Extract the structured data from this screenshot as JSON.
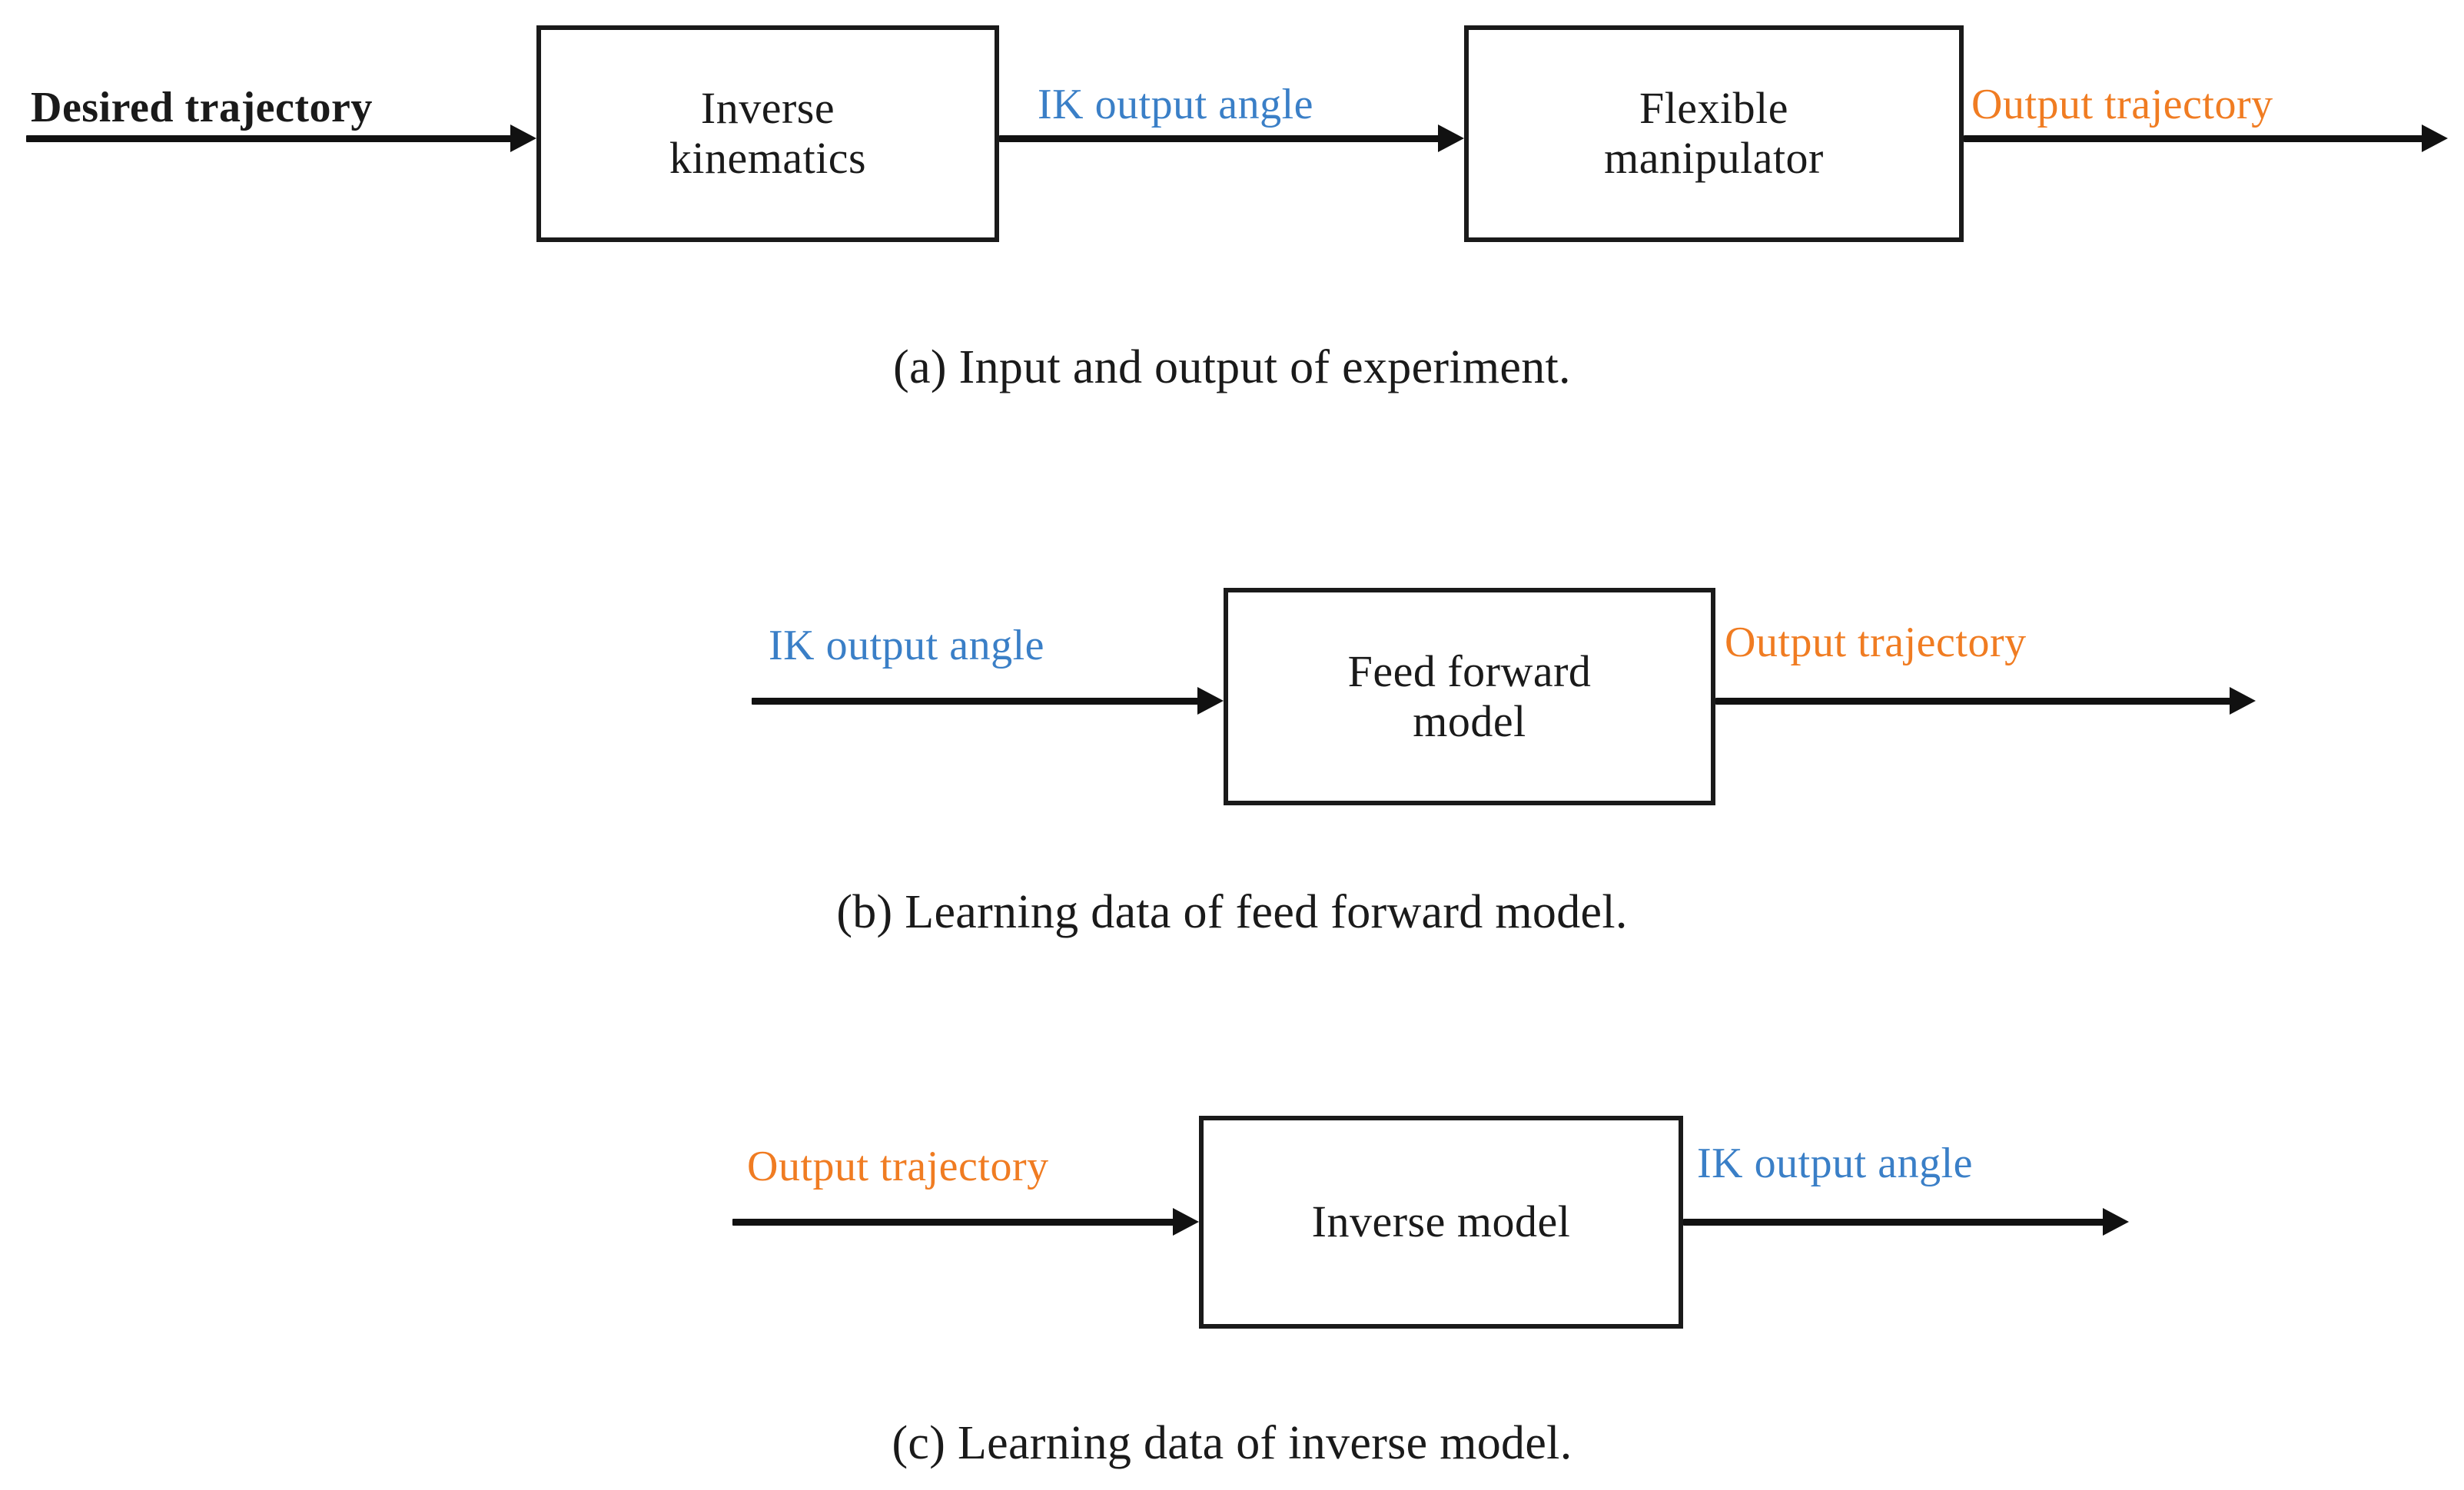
{
  "figure": {
    "colors": {
      "signal_black": "#1a1a1a",
      "signal_blue": "#3a7fc7",
      "signal_orange": "#f07c22",
      "box_border": "#1a1a1a",
      "background": "#ffffff"
    }
  },
  "panel_a": {
    "input_signal": "Desired trajectory",
    "block_1": "Inverse\nkinematics",
    "middle_signal": "IK  output  angle",
    "block_2": "Flexible\nmanipulator",
    "output_signal": "Output  trajectory",
    "caption": "(a) Input and output of experiment."
  },
  "panel_b": {
    "input_signal": "IK  output  angle",
    "block_1": "Feed forward\nmodel",
    "output_signal": "Output  trajectory",
    "caption": "(b) Learning data of feed forward model."
  },
  "panel_c": {
    "input_signal": "Output  trajectory",
    "block_1": "Inverse model",
    "output_signal": "IK  output  angle",
    "caption": "(c) Learning data of inverse model."
  }
}
